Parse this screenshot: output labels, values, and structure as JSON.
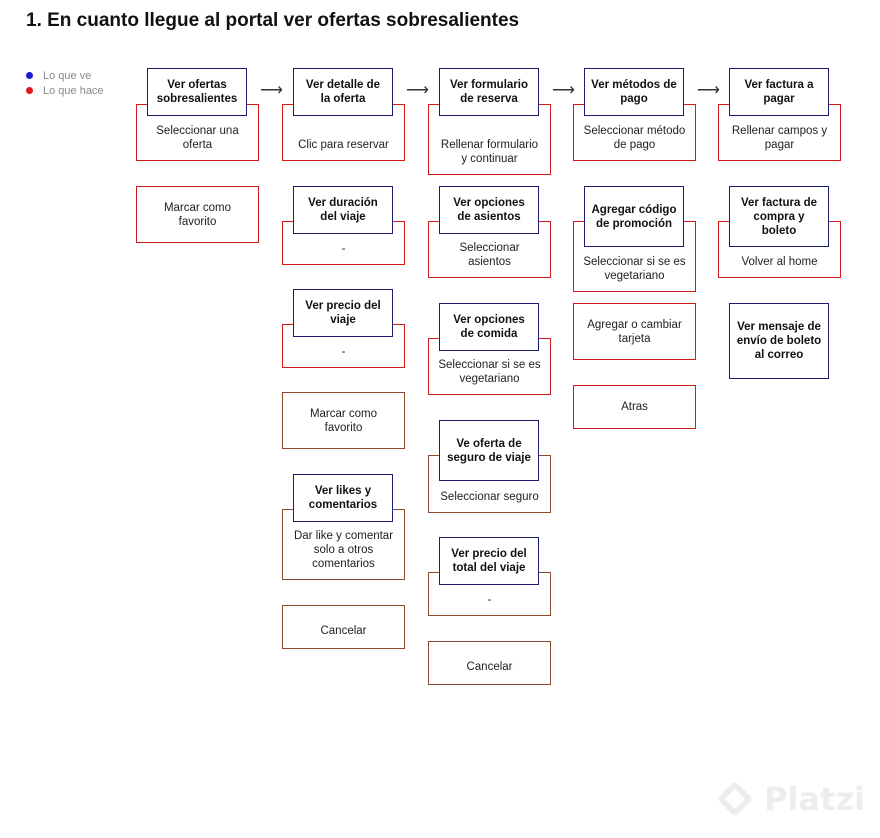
{
  "title": "1. En cuanto llegue al portal ver ofertas sobresalientes",
  "legend": {
    "sees": {
      "label": "Lo que ve",
      "color": "#1b1bd6"
    },
    "does": {
      "label": "Lo que hace",
      "color": "#e01818"
    }
  },
  "arrow_glyph": "⟶",
  "columns": [
    {
      "header": {
        "see": "Ver ofertas sobresalientes",
        "do": "Seleccionar una oferta"
      },
      "items": [
        {
          "do": "Marcar como favorito"
        }
      ]
    },
    {
      "header": {
        "see": "Ver detalle de la oferta",
        "do": "Clic para reservar"
      },
      "items": [
        {
          "see": "Ver duración del viaje",
          "do": "-"
        },
        {
          "see": "Ver precio del viaje",
          "do": "-"
        },
        {
          "do": "Marcar como favorito"
        },
        {
          "see": "Ver likes y comentarios",
          "do": "Dar like y comentar solo a otros comentarios"
        },
        {
          "do": "Cancelar"
        }
      ]
    },
    {
      "header": {
        "see": "Ver formulario de reserva",
        "do": "Rellenar formulario y continuar"
      },
      "items": [
        {
          "see": "Ver opciones de asientos",
          "do": "Seleccionar asientos"
        },
        {
          "see": "Ver opciones de comida",
          "do": "Seleccionar si se es vegetariano"
        },
        {
          "see": "Ve oferta de seguro de viaje",
          "do": "Seleccionar seguro"
        },
        {
          "see": "Ver precio del total del viaje",
          "do": "-"
        },
        {
          "do": "Cancelar"
        }
      ]
    },
    {
      "header": {
        "see": "Ver métodos de pago",
        "do": "Seleccionar método de pago"
      },
      "items": [
        {
          "see": "Agregar código de promoción",
          "do": "Seleccionar si se es vegetariano"
        },
        {
          "do": "Agregar o cambiar tarjeta"
        },
        {
          "do": "Atras"
        }
      ]
    },
    {
      "header": {
        "see": "Ver factura a pagar",
        "do": "Rellenar campos y pagar"
      },
      "items": [
        {
          "see": "Ver factura de compra y boleto",
          "do": "Volver al home"
        },
        {
          "see": "Ver mensaje de envío de boleto al correo"
        }
      ]
    }
  ],
  "watermark": "Platzi"
}
